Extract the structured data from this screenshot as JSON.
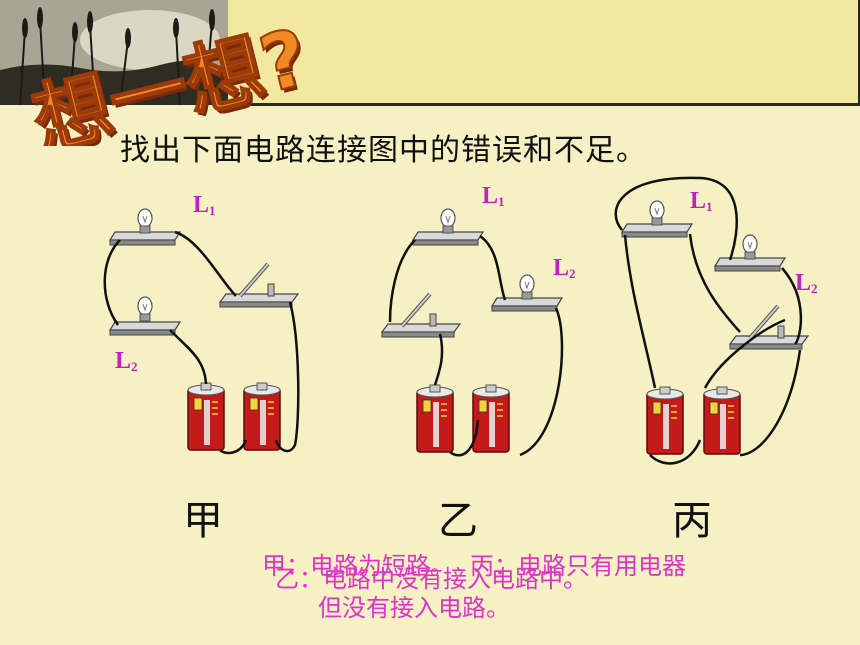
{
  "banner": {
    "title": "想一想?",
    "accent": "#e8791a",
    "bar_color": "#f3e8a0"
  },
  "instruction": "找出下面电路连接图中的错误和不足。",
  "diagrams": [
    {
      "caption": "甲",
      "labels": {
        "l1": "L",
        "l1_sub": "1",
        "l2": "L",
        "l2_sub": "2"
      }
    },
    {
      "caption": "乙",
      "labels": {
        "l1": "L",
        "l1_sub": "1",
        "l2": "L",
        "l2_sub": "2"
      }
    },
    {
      "caption": "丙",
      "labels": {
        "l1": "L",
        "l1_sub": "1",
        "l2": "L",
        "l2_sub": "2"
      }
    }
  ],
  "notes": {
    "jia": "甲：电路为短路。",
    "yi": "乙：电路中没有接入电路中。",
    "bing": "丙：电路只有用电器",
    "bing_line2": "但没有接入电路。"
  },
  "colors": {
    "label": "#c51ec8",
    "note": "#e034c8",
    "battery": "#c41a1a"
  }
}
